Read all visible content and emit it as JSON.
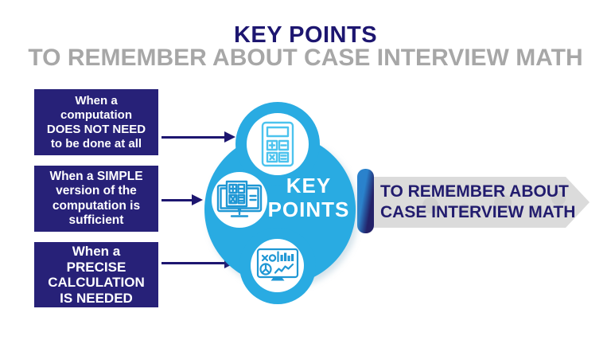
{
  "header": {
    "title": "KEY POINTS",
    "subtitle": "TO REMEMBER ABOUT CASE INTERVIEW MATH"
  },
  "reasons": [
    {
      "text": "When a\ncomputation\nDOES NOT NEED\nto be done at all"
    },
    {
      "text": "When a SIMPLE\nversion of the\ncomputation is\nsufficient"
    },
    {
      "text": "When a\nPRECISE\nCALCULATION\nIS NEEDED"
    }
  ],
  "center": {
    "label_line1": "KEY",
    "label_line2": "POINTS",
    "icons": [
      {
        "name": "calculator-icon"
      },
      {
        "name": "computer-calculator-icon"
      },
      {
        "name": "analytics-dashboard-icon"
      }
    ]
  },
  "banner": {
    "line1": "TO REMEMBER ABOUT",
    "line2": "CASE INTERVIEW MATH"
  },
  "colors": {
    "navy_box": "#272178",
    "navy_text": "#1d1670",
    "banner_text_navy": "#221c6e",
    "subtitle_gray": "#a7a7a7",
    "bright_blue": "#29abe2",
    "icon_blue_light": "#4cc3ee",
    "icon_blue": "#1f97d4",
    "banner_gray": "#dbdbdb",
    "pill_blue": "#2a82cc",
    "pill_navy": "#232168",
    "background": "#ffffff"
  }
}
